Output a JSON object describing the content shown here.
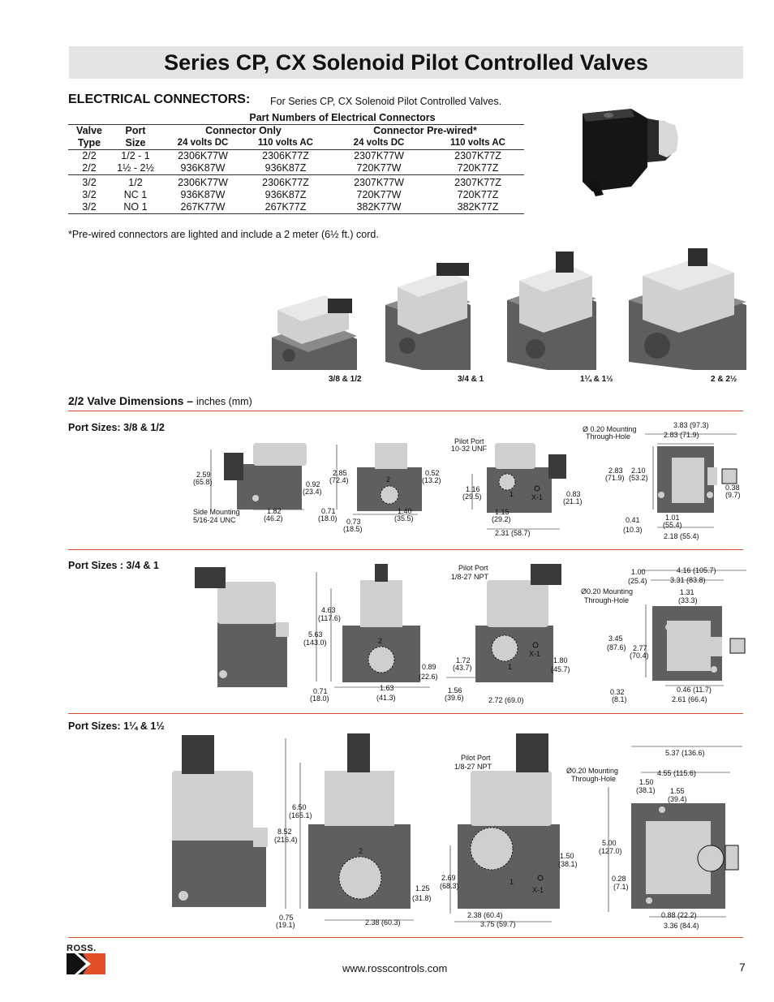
{
  "title": "Series CP, CX Solenoid Pilot Controlled Valves",
  "connectors": {
    "heading": "ELECTRICAL CONNECTORS:",
    "subheading": "For Series CP, CX Solenoid Pilot Controlled Valves.",
    "table_title": "Part Numbers of Electrical Connectors",
    "col_valve": "Valve",
    "col_valve2": "Type",
    "col_port": "Port",
    "col_port2": "Size",
    "group_only": "Connector Only",
    "group_prewired": "Connector Pre-wired*",
    "v24": "24 volts DC",
    "v110": "110 volts AC",
    "rows": [
      [
        "2/2",
        "1/2 - 1",
        "2306K77W",
        "2306K77Z",
        "2307K77W",
        "2307K77Z"
      ],
      [
        "2/2",
        "1½ - 2½",
        "936K87W",
        "936K87Z",
        "720K77W",
        "720K77Z"
      ],
      [
        "3/2",
        "1/2",
        "2306K77W",
        "2306K77Z",
        "2307K77W",
        "2307K77Z"
      ],
      [
        "3/2",
        "NC 1",
        "936K87W",
        "936K87Z",
        "720K77W",
        "720K77Z"
      ],
      [
        "3/2",
        "NO 1",
        "267K77W",
        "267K77Z",
        "382K77W",
        "382K77Z"
      ]
    ],
    "footnote": "*Pre-wired connectors are lighted and include a 2 meter (6½ ft.) cord."
  },
  "valve_captions": [
    "3/8 & 1/2",
    "3/4 & 1",
    "1¼ & 1½",
    "2 & 2½"
  ],
  "dimensions": {
    "heading": "2/2 Valve Dimensions –",
    "units": "inches (mm)",
    "port_sizes": [
      "Port Sizes: 3/8 & 1/2",
      "Port Sizes : 3/4 & 1",
      "Port Sizes: 1¼ & 1½"
    ],
    "labels": {
      "r1": [
        "2.59",
        "(65.8)",
        "0.92",
        "(23.4)",
        "Side Mounting",
        "5/16-24 UNC",
        "1.82",
        "(46.2)",
        "2.85",
        "(72.4)",
        "0.52",
        "(13.2)",
        "0.71",
        "(18.0)",
        "0.73",
        "(18.5)",
        "1.40",
        "(35.5)",
        "Pilot Port",
        "10-32 UNF",
        "1.16",
        "(29.5)",
        "1.15",
        "(29.2)",
        "0.83",
        "(21.1)",
        "2.31 (58.7)",
        "Ø 0.20 Mounting",
        "Through-Hole",
        "3.83 (97.3)",
        "2.83 (71.9)",
        "2.83",
        "(71.9)",
        "2.10",
        "(53.2)",
        "0.38",
        "(9.7)",
        "0.41",
        "(10.3)",
        "1.01",
        "(55.4)",
        "2.18 (55.4)"
      ],
      "r2": [
        "4.63",
        "(117.6)",
        "5.63",
        "(143.0)",
        "0.89",
        "(22.6)",
        "0.71",
        "(18.0)",
        "1.63",
        "(41.3)",
        "Pilot Port",
        "1/8-27 NPT",
        "1.72",
        "(43.7)",
        "1.80",
        "(45.7)",
        "1.56",
        "(39.6)",
        "2.72 (69.0)",
        "1.00",
        "(25.4)",
        "4.16 (105.7)",
        "3.31 (83.8)",
        "Ø0.20 Mounting",
        "Through-Hole",
        "1.31",
        "(33.3)",
        "3.45",
        "(87.6)",
        "2.77",
        "(70.4)",
        "0.32",
        "(8.1)",
        "0.46 (11.7)",
        "2.61 (66.4)"
      ],
      "r3": [
        "6.50",
        "(165.1)",
        "8.52",
        "(216.4)",
        "1.25",
        "(31.8)",
        "0.75",
        "(19.1)",
        "2.38 (60.3)",
        "Pilot Port",
        "1/8-27 NPT",
        "1.50",
        "(38.1)",
        "2.69",
        "(68.3)",
        "2.38 (60.4)",
        "3.75 (59.7)",
        "5.37 (136.6)",
        "Ø0.20 Mounting",
        "Through-Hole",
        "4.55 (115.6)",
        "1.50",
        "(38.1)",
        "1.55",
        "(39.4)",
        "5.00",
        "(127.0)",
        "0.28",
        "(7.1)",
        "0.88 (22.2)",
        "3.36 (84.4)"
      ],
      "markers": [
        "2",
        "1",
        "X-1"
      ]
    }
  },
  "footer": {
    "logo": "ROSS.",
    "url": "www.rosscontrols.com",
    "page": "7"
  },
  "colors": {
    "accent_rule": "#d84a28",
    "title_bg": "#e4e4e4",
    "body_dark": "#5f5f62",
    "body_light": "#cfcfcf",
    "logo": "#e2502a"
  }
}
